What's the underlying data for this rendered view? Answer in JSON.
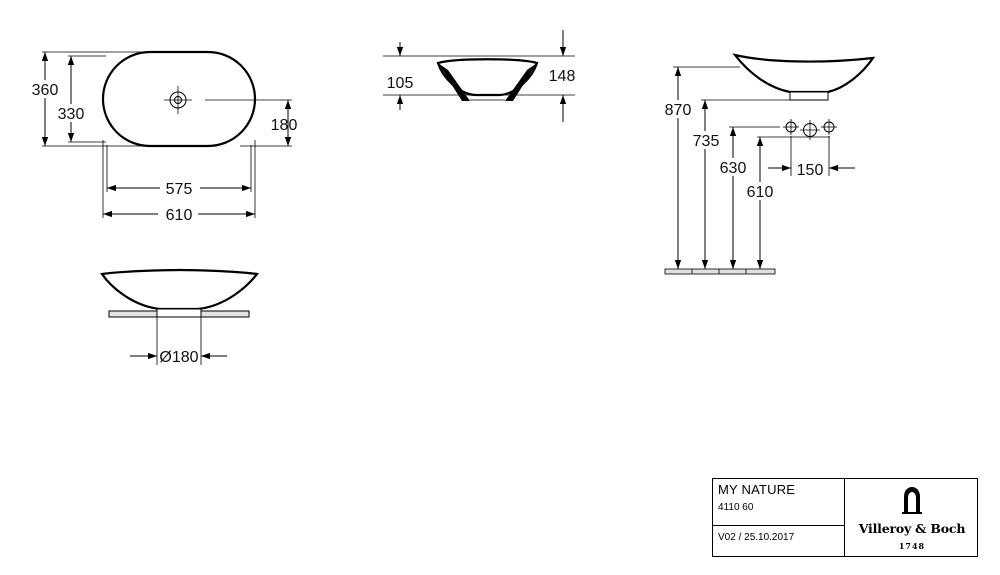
{
  "dimensions": {
    "top_view": {
      "outer_width": "610",
      "inner_width": "575",
      "outer_depth": "360",
      "inner_depth": "330",
      "drain_offset": "180"
    },
    "front_view": {
      "drain_diameter": "Ø180"
    },
    "side_view": {
      "bowl_depth": "105",
      "total_height": "148"
    },
    "installation": {
      "rim_height": "870",
      "base_height": "735",
      "tap_height_upper": "630",
      "tap_height_lower": "610",
      "tap_spacing": "150"
    }
  },
  "title_block": {
    "product_name": "MY NATURE",
    "article_number": "4110 60",
    "version": "V02 / 25.10.2017",
    "brand": "Villeroy & Boch",
    "year": "1748"
  }
}
